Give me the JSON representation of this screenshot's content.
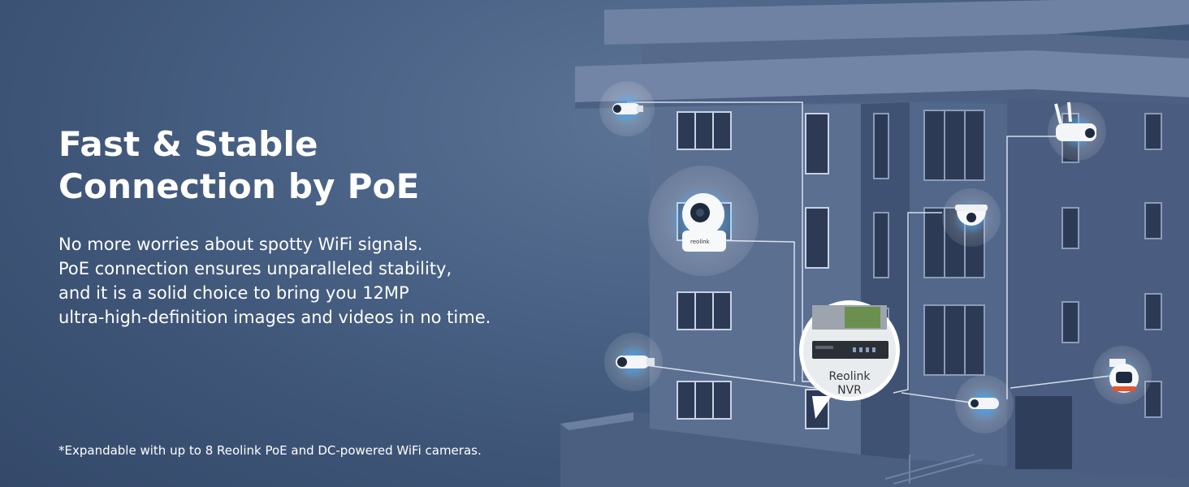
{
  "headline": {
    "line1": "Fast & Stable",
    "line2": "Connection by PoE"
  },
  "body": {
    "lines": [
      "No more worries about spotty WiFi signals.",
      "PoE connection ensures unparalleled stability,",
      "and it is a solid choice to bring you 12MP",
      "ultra-high-definition images and videos in no time."
    ]
  },
  "footnote": "*Expandable with up to 8 Reolink PoE and DC-powered WiFi cameras.",
  "nvr": {
    "brand": "Reolink",
    "model": "NVR"
  },
  "camera_logo": "reolink",
  "colors": {
    "background": "#4a6386",
    "building": "#5a6e8e",
    "glow": "#3fa9ff",
    "text": "#ffffff"
  },
  "icons": [
    "bullet-camera-icon",
    "pan-tilt-camera-icon",
    "wifi-camera-icon",
    "dome-camera-icon",
    "ptz-camera-icon",
    "nvr-recorder-icon"
  ]
}
